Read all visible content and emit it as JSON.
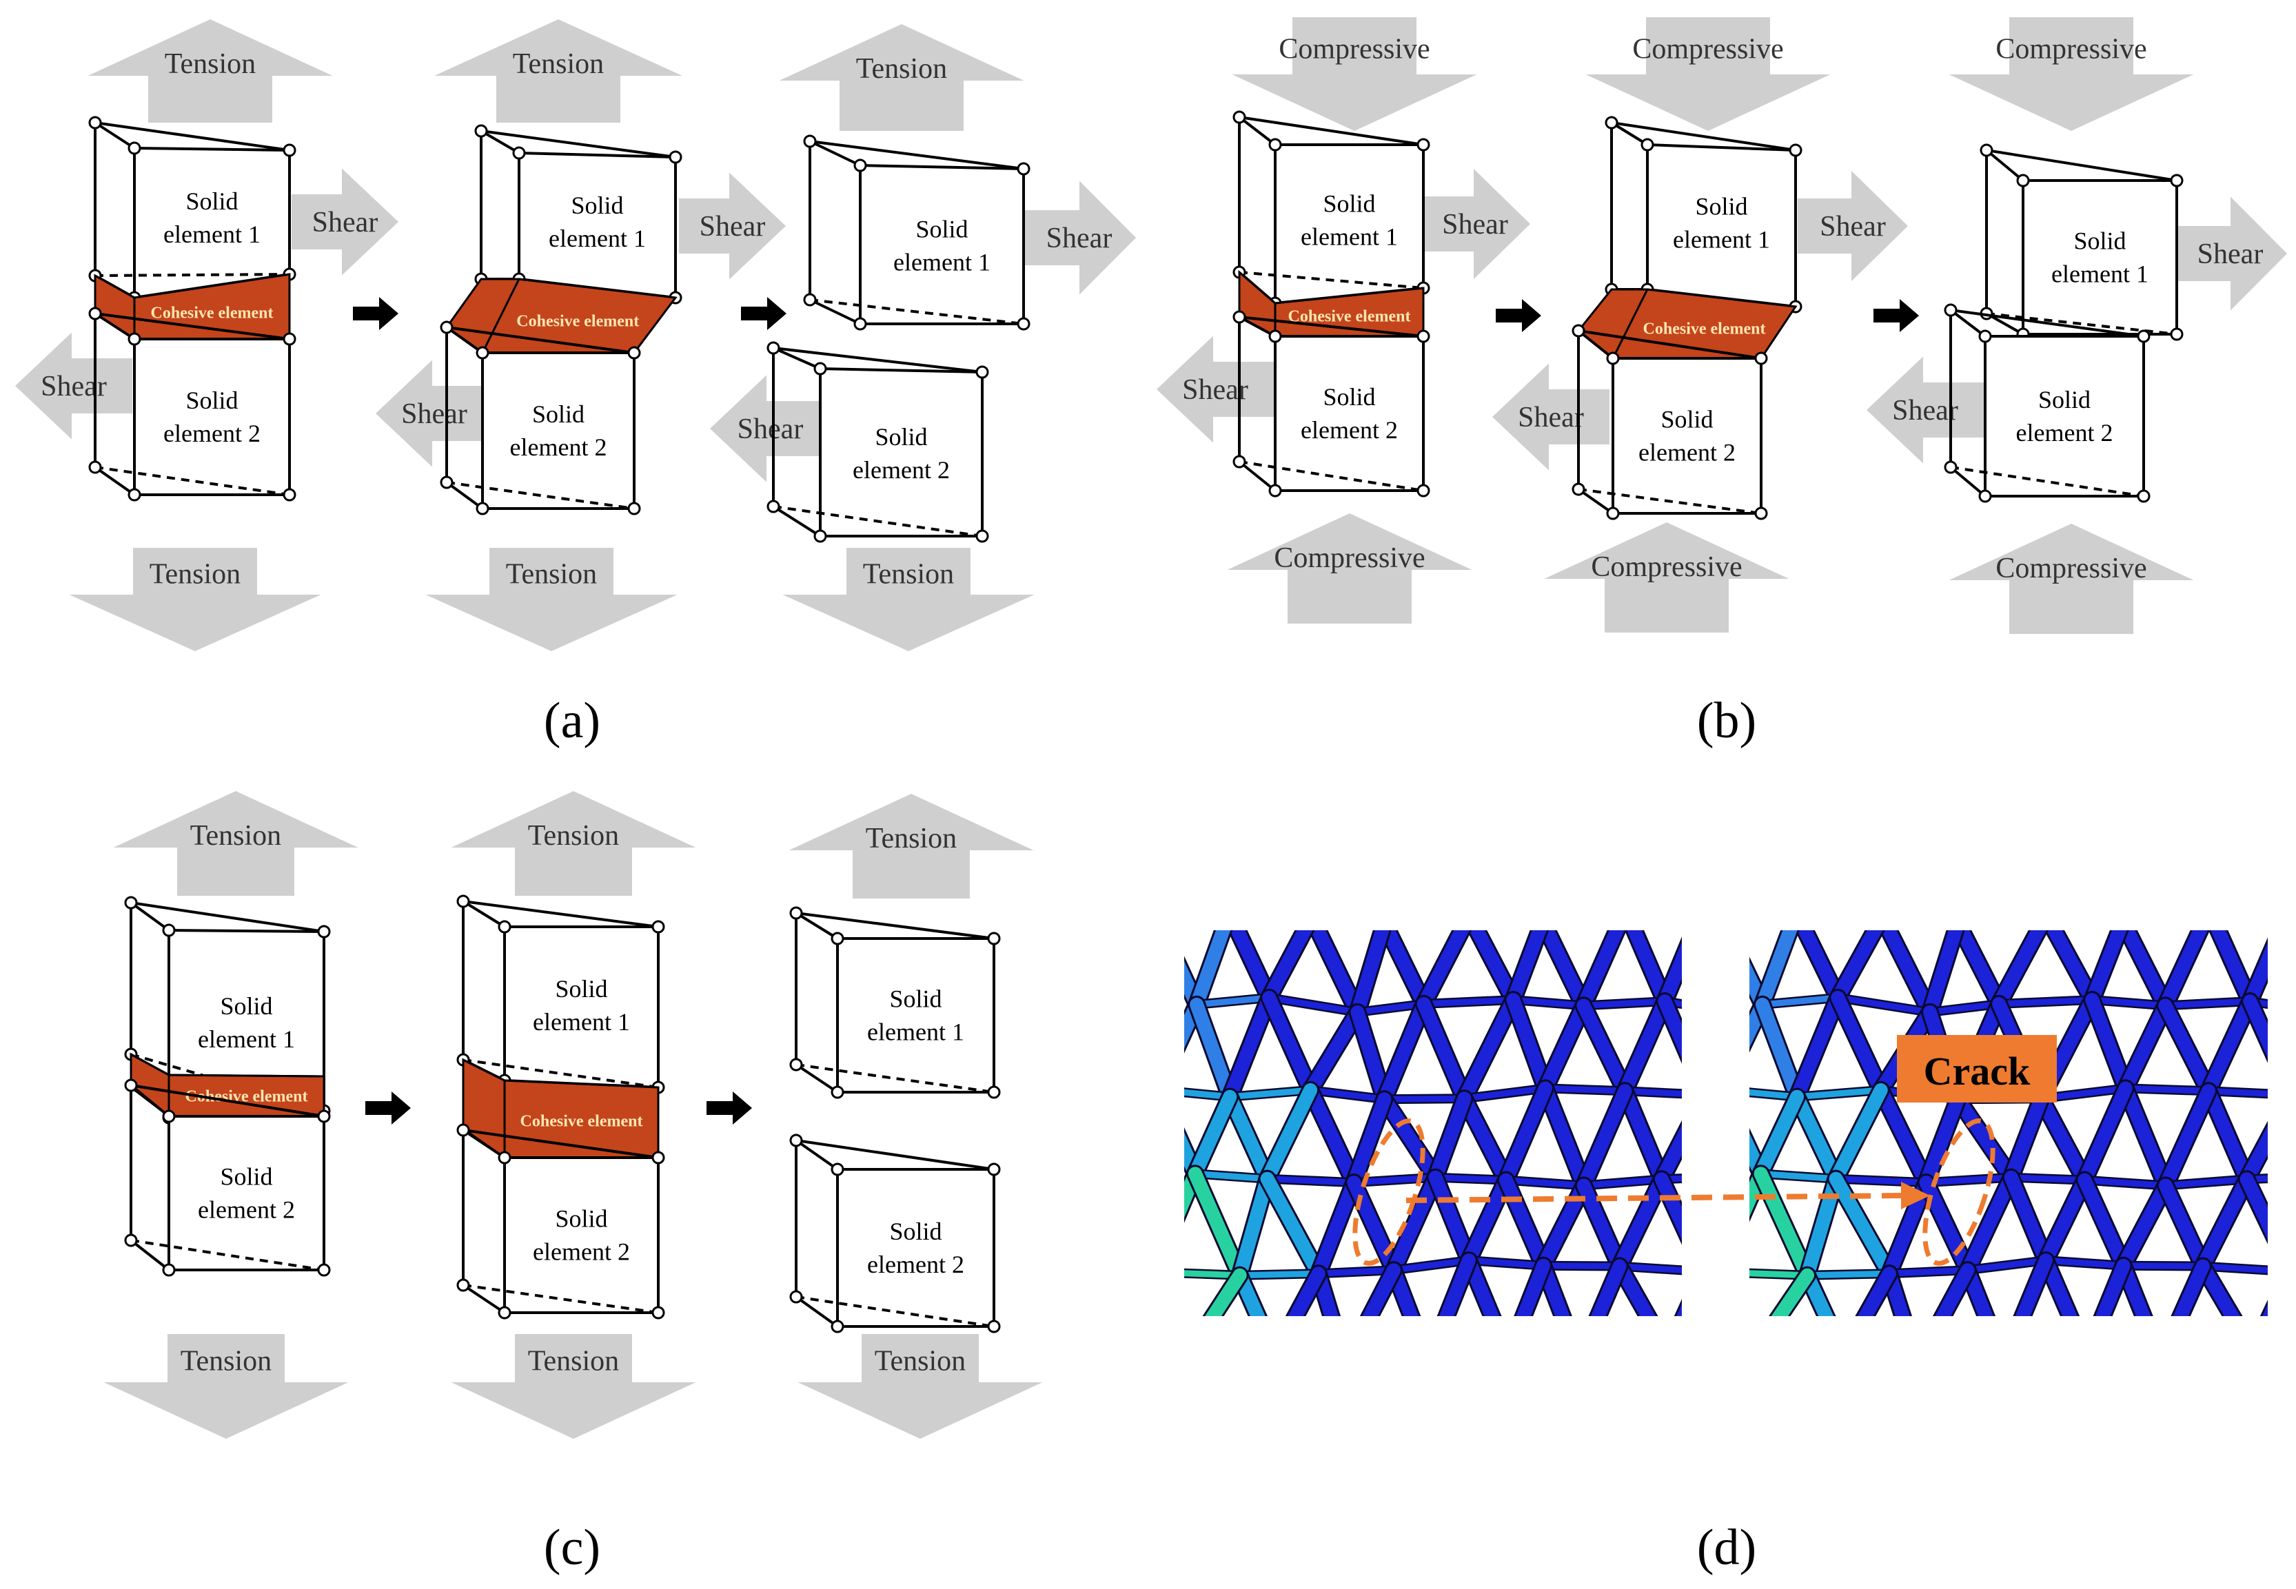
{
  "labels": {
    "tension": "Tension",
    "shear": "Shear",
    "compressive": "Compressive",
    "solid": "Solid",
    "element1": "element 1",
    "element2": "element 2",
    "cohesive": "Cohesive element",
    "crack": "Crack"
  },
  "captions": {
    "a": "(a)",
    "b": "(b)",
    "c": "(c)",
    "d": "(d)"
  },
  "colors": {
    "arrow_fill": "#cfcfcf",
    "arrow_text": "#333333",
    "cohesive_fill": "#c4441c",
    "cohesive_text": "#ffe7b0",
    "crack_orange": "#ee7b30",
    "mesh_blue": "#1c22d8",
    "mesh_cyan": "#1fa3e0",
    "mesh_green": "#28d2a0",
    "step_arrow": "#000000"
  }
}
